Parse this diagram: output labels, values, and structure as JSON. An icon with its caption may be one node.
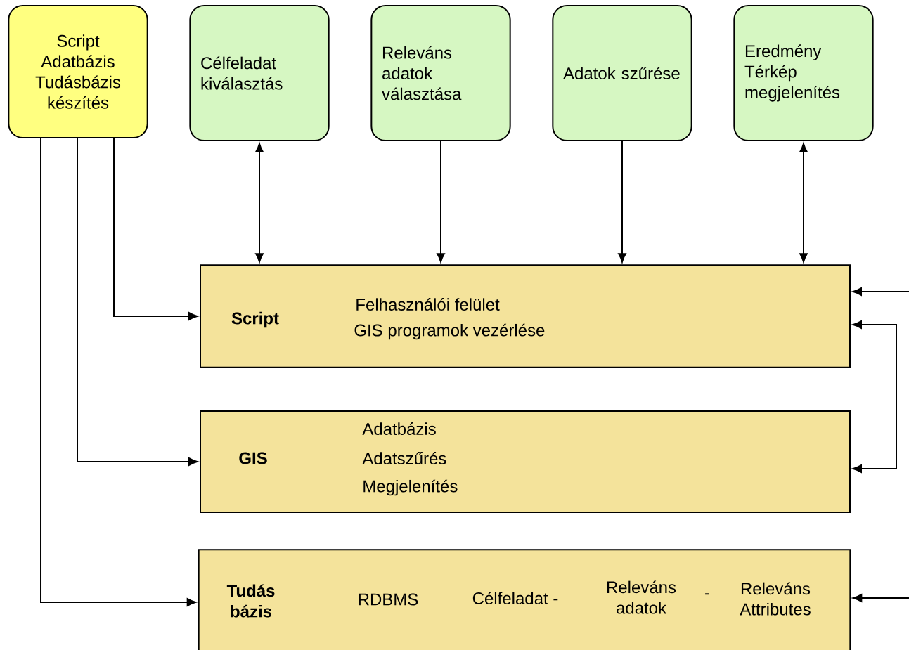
{
  "diagram": {
    "nodes": [
      {
        "text": [
          "Script Adatbázis Tudásbázis készítés"
        ]
      },
      {
        "text": [
          "Célfeladat kiválasztás"
        ]
      },
      {
        "text": [
          "Releváns adatok választása"
        ]
      },
      {
        "text": [
          "Adatok szűrése"
        ]
      },
      {
        "text": [
          "Eredmény Térkép megjelenítés"
        ]
      },
      {
        "text": [
          "Script",
          "Felhasználói felület",
          "GIS programok vezérlése"
        ]
      },
      {
        "text": [
          "GIS",
          "Adatbázis",
          "Adatszűrés",
          "Megjelenítés"
        ]
      },
      {
        "text": [
          "Tudás bázis",
          "RDBMS",
          "Célfeladat -",
          "Releváns adatok",
          "-",
          "Releváns Attributes"
        ]
      }
    ],
    "edges": [
      {
        "from": 1,
        "to": 5,
        "arrow": "both"
      },
      {
        "from": 2,
        "to": 5,
        "arrow": "to"
      },
      {
        "from": 3,
        "to": 5,
        "arrow": "to"
      },
      {
        "from": 4,
        "to": 5,
        "arrow": "both"
      },
      {
        "from": 0,
        "to": 5,
        "arrow": "to"
      },
      {
        "from": 0,
        "to": 6,
        "arrow": "to"
      },
      {
        "from": 0,
        "to": 7,
        "arrow": "to"
      },
      {
        "from": null,
        "to": 5,
        "arrow": "to"
      },
      {
        "from": 5,
        "to": 6,
        "arrow": "both"
      },
      {
        "from": null,
        "to": 7,
        "arrow": "to"
      }
    ]
  }
}
